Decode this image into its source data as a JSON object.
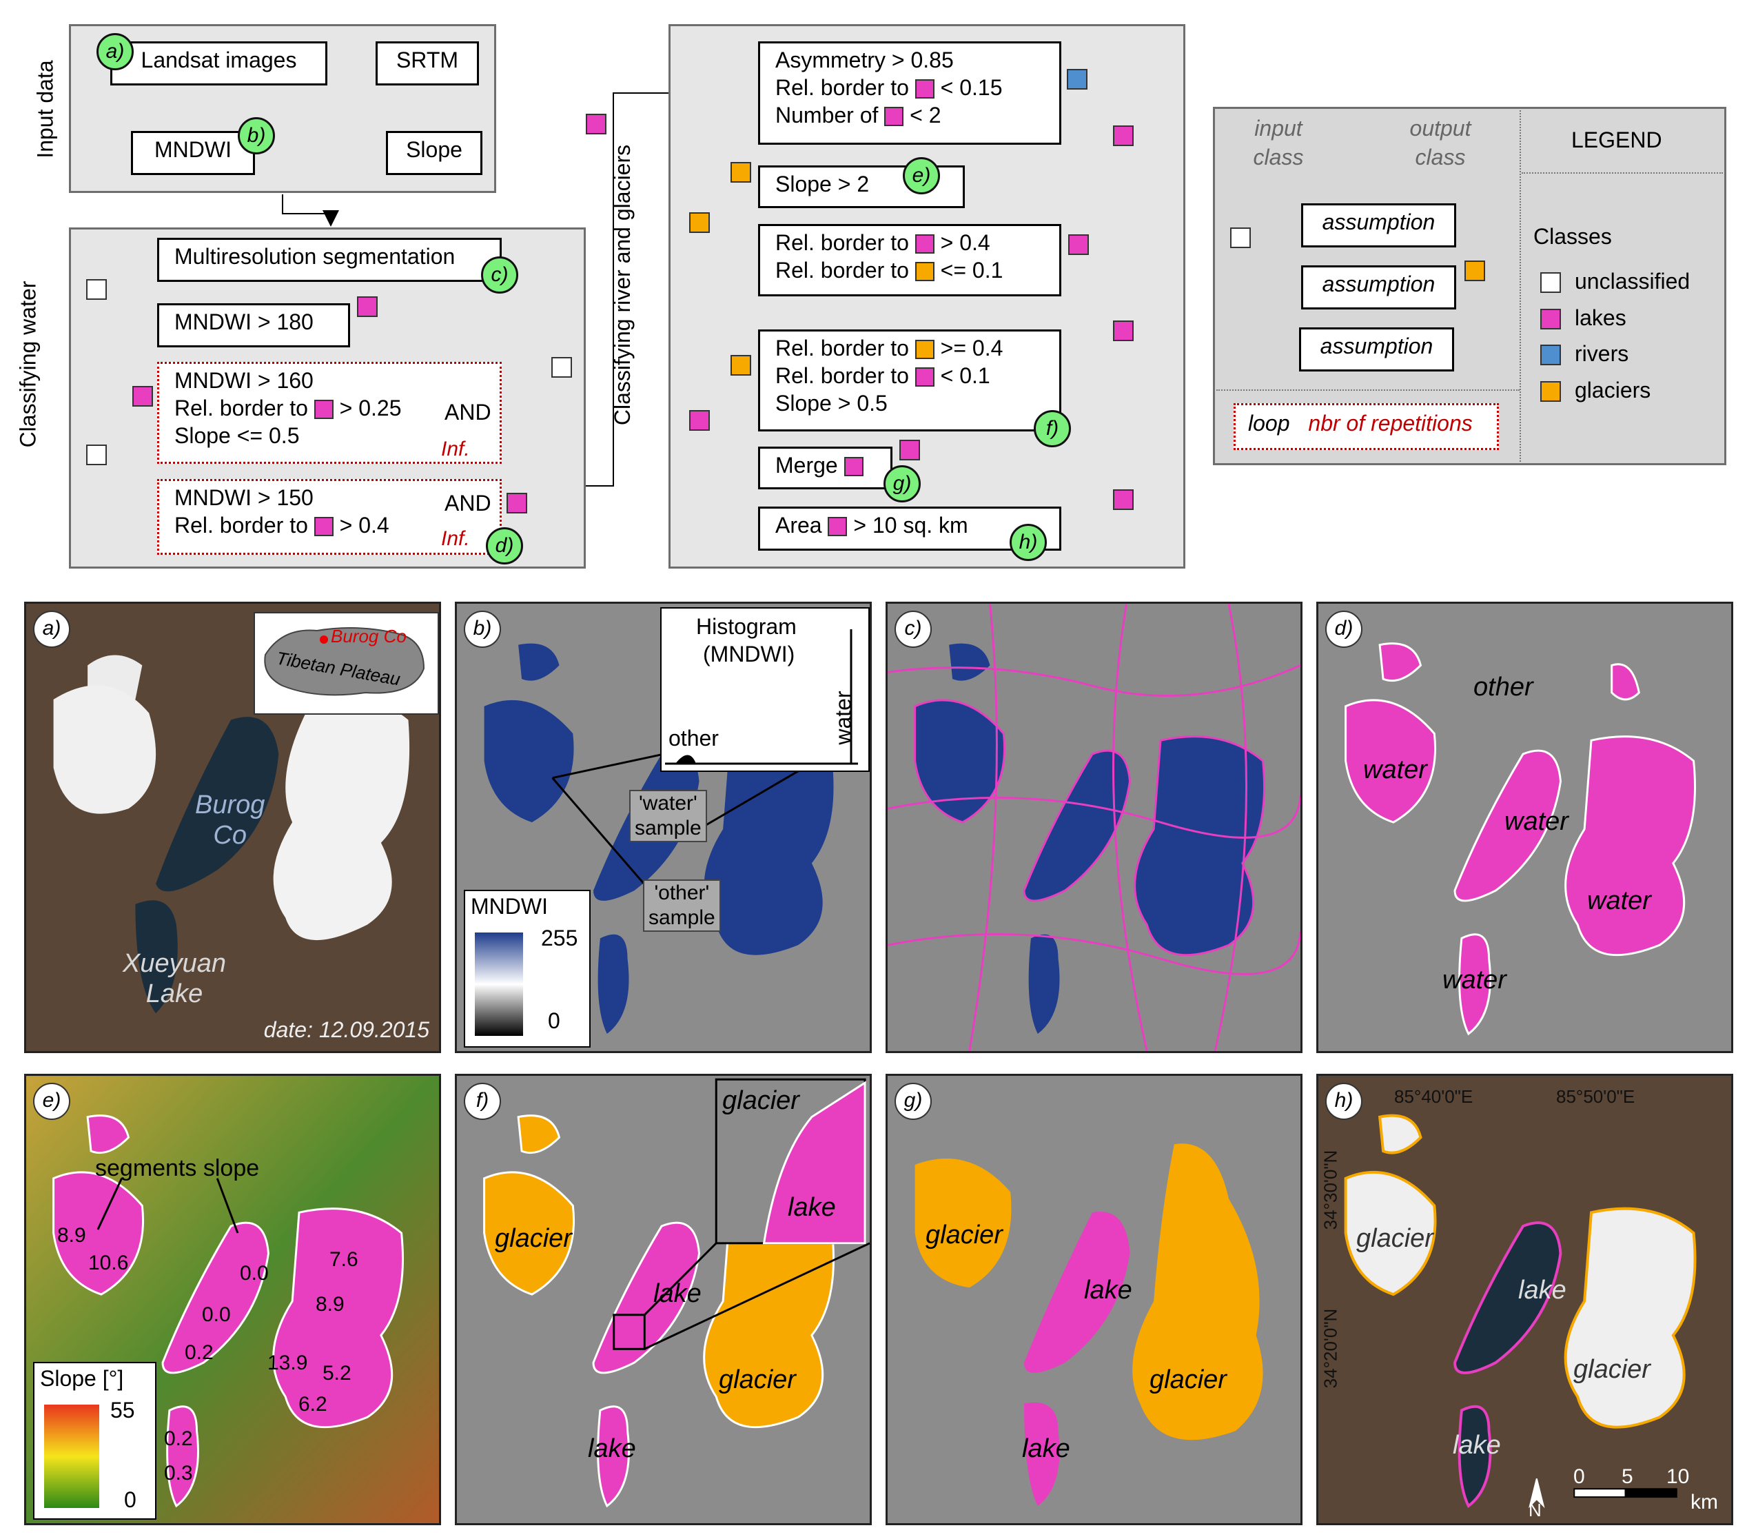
{
  "flow": {
    "input_data_label": "Input data",
    "classifying_water_label": "Classifying water",
    "classifying_river_label": "Classifying river and glaciers",
    "landsat": "Landsat images",
    "srtm": "SRTM",
    "mndwi": "MNDWI",
    "slope": "Slope",
    "mrs": "Multiresolution segmentation",
    "mndwi180": "MNDWI > 180",
    "d1_line1": "MNDWI > 160",
    "d1_line2a": "Rel. border to",
    "d1_line2b": "> 0.25",
    "d1_and": "AND",
    "d1_line3": "Slope <= 0.5",
    "d2_line1": "MNDWI > 150",
    "d2_and": "AND",
    "d2_line2a": "Rel. border to",
    "d2_line2b": "> 0.4",
    "inf": "Inf.",
    "asym_line1": "Asymmetry > 0.85",
    "asym_line2a": "Rel. border to",
    "asym_line2b": "< 0.15",
    "asym_line3a": "Number of",
    "asym_line3b": "< 2",
    "slope2": "Slope > 2",
    "rb_line1a": "Rel. border to",
    "rb_line1b": "> 0.4",
    "rb_line2a": "Rel. border to",
    "rb_line2b": "<= 0.1",
    "f_line1a": "Rel. border to",
    "f_line1b": ">= 0.4",
    "f_line2a": "Rel. border to",
    "f_line2b": "< 0.1",
    "f_line3": "Slope > 0.5",
    "merge": "Merge",
    "area_a": "Area",
    "area_b": "> 10 sq. km",
    "steps": {
      "a": "a)",
      "b": "b)",
      "c": "c)",
      "d": "d)",
      "e": "e)",
      "f": "f)",
      "g": "g)",
      "h": "h)"
    }
  },
  "legend": {
    "title": "LEGEND",
    "input_class": "input class",
    "output_class": "output class",
    "assumption": "assumption",
    "classes": "Classes",
    "items": [
      "unclassified",
      "lakes",
      "rivers",
      "glaciers"
    ],
    "loop": "loop",
    "nbr": "nbr of repetitions"
  },
  "maps": {
    "a": {
      "label": "a)",
      "burog": "Burog Co",
      "tibetan": "Tibetan Plateau",
      "lake1": "Burog",
      "lake1b": "Co",
      "lake2": "Xueyuan",
      "lake2b": "Lake",
      "date": "date: 12.09.2015"
    },
    "b": {
      "label": "b)",
      "hist_title1": "Histogram",
      "hist_title2": "(MNDWI)",
      "other": "other",
      "water": "water",
      "water_sample1": "'water'",
      "water_sample2": "sample",
      "other_sample1": "'other'",
      "other_sample2": "sample",
      "cb_title": "MNDWI",
      "cb_max": "255",
      "cb_min": "0"
    },
    "c": {
      "label": "c)"
    },
    "d": {
      "label": "d)",
      "other": "other",
      "water": "water"
    },
    "e": {
      "label": "e)",
      "segments_slope": "segments slope",
      "values": [
        "8.9",
        "10.6",
        "0.0",
        "0.0",
        "0.2",
        "7.6",
        "8.9",
        "13.9",
        "5.2",
        "6.2",
        "0.2",
        "0.3"
      ],
      "cb_title": "Slope [°]",
      "cb_max": "55",
      "cb_min": "0"
    },
    "f": {
      "label": "f)",
      "glacier": "glacier",
      "lake": "lake"
    },
    "g": {
      "label": "g)",
      "glacier": "glacier",
      "lake": "lake"
    },
    "h": {
      "label": "h)",
      "lon1": "85°40'0\"E",
      "lon2": "85°50'0\"E",
      "lat1": "34°30'0\"N",
      "lat2": "34°20'0\"N",
      "glacier": "glacier",
      "lake": "lake",
      "scale": [
        "0",
        "5",
        "10"
      ],
      "km": "km",
      "north": "N"
    }
  },
  "colors": {
    "lake": "#e83fc1",
    "river": "#4f8fd0",
    "glacier": "#f7a900",
    "step": "#7cf07c",
    "water_blue": "#1f3d8c"
  }
}
